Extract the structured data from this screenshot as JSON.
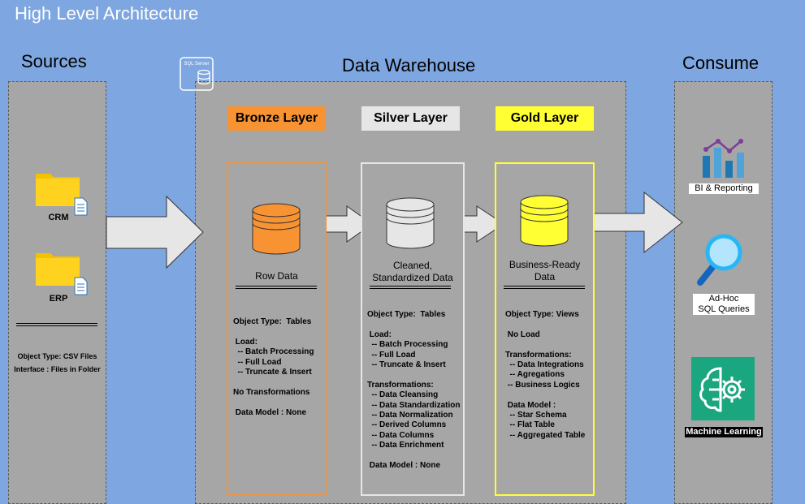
{
  "title": "High Level Architecture",
  "sections": {
    "sources": "Sources",
    "warehouse": "Data Warehouse",
    "consume": "Consume"
  },
  "sql_server_label": "SQL Server",
  "sources": {
    "crm": "CRM",
    "erp": "ERP",
    "object_type": "Object Type: CSV Files",
    "interface": "Interface : Files in Folder"
  },
  "bronze": {
    "label": "Bronze Layer",
    "caption": "Row Data",
    "details": "Object Type:  Tables\n\n Load:\n  -- Batch Processing\n  -- Full Load\n  -- Truncate & Insert\n\nNo Transformations\n\n Data Model : None",
    "color": "#f79333"
  },
  "silver": {
    "label": "Silver Layer",
    "caption": "Cleaned,\nStandardized Data",
    "details": "Object Type:  Tables\n\n Load:\n  -- Batch Processing\n  -- Full Load\n  -- Truncate & Insert\n\nTransformations:\n  -- Data Cleansing\n  -- Data Standardization\n  -- Data Normalization\n  -- Derived Columns\n  -- Data Columns\n  -- Data Enrichment\n\n Data Model : None",
    "color": "#e6e6e6"
  },
  "gold": {
    "label": "Gold Layer",
    "caption": "Business-Ready\nData",
    "details": "Object Type: Views\n\n No Load\n\nTransformations:\n  -- Data Integrations\n  -- Agregations\n -- Business Logics\n\n Data Model :\n  -- Star Schema\n  -- Flat Table\n  -- Aggregated Table",
    "color": "#ffff33"
  },
  "consume": {
    "bi": "BI & Reporting",
    "adhoc": "Ad-Hoc\nSQL Queries",
    "ml": "Machine Learning"
  }
}
